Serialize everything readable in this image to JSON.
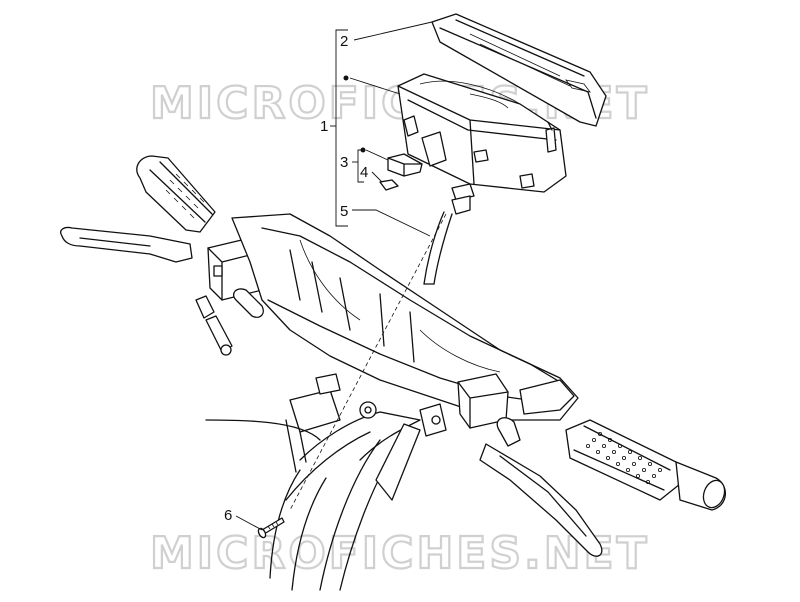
{
  "watermark": {
    "top": "MICROFICHES.NET",
    "bottom": "MICROFICHES.NET"
  },
  "callouts": {
    "c1": "1",
    "c2": "2",
    "c3": "3",
    "c4": "4",
    "c5": "5",
    "c6": "6"
  },
  "colors": {
    "line": "#111111",
    "watermark": "#d0d0d0",
    "background": "#ffffff"
  }
}
